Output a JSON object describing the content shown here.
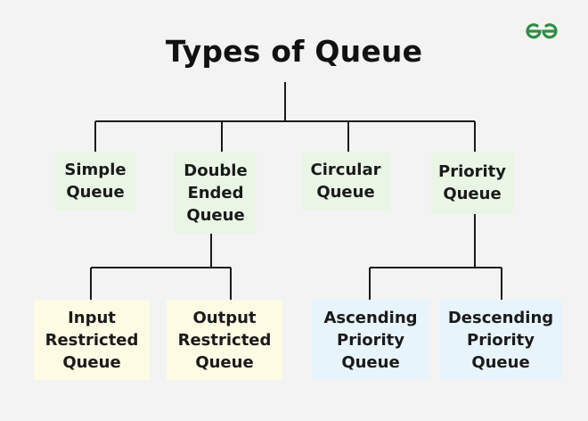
{
  "title": "Types of Queue",
  "brand": {
    "name": "GeeksforGeeks",
    "color": "#2f8d46"
  },
  "colors": {
    "line": "#1a1a1a",
    "green_box": "#e9f6e6",
    "yellow_box": "#fdfbe3",
    "blue_box": "#e8f4fb"
  },
  "level1": [
    {
      "id": "simple",
      "label": "Simple\nQueue"
    },
    {
      "id": "double",
      "label": "Double\nEnded\nQueue"
    },
    {
      "id": "circular",
      "label": "Circular\nQueue"
    },
    {
      "id": "priority",
      "label": "Priority\nQueue"
    }
  ],
  "level2": [
    {
      "id": "input",
      "parent": "double",
      "label": "Input\nRestricted\nQueue"
    },
    {
      "id": "output",
      "parent": "double",
      "label": "Output\nRestricted\nQueue"
    },
    {
      "id": "ascending",
      "parent": "priority",
      "label": "Ascending\nPriority\nQueue"
    },
    {
      "id": "descending",
      "parent": "priority",
      "label": "Descending\nPriority\nQueue"
    }
  ]
}
